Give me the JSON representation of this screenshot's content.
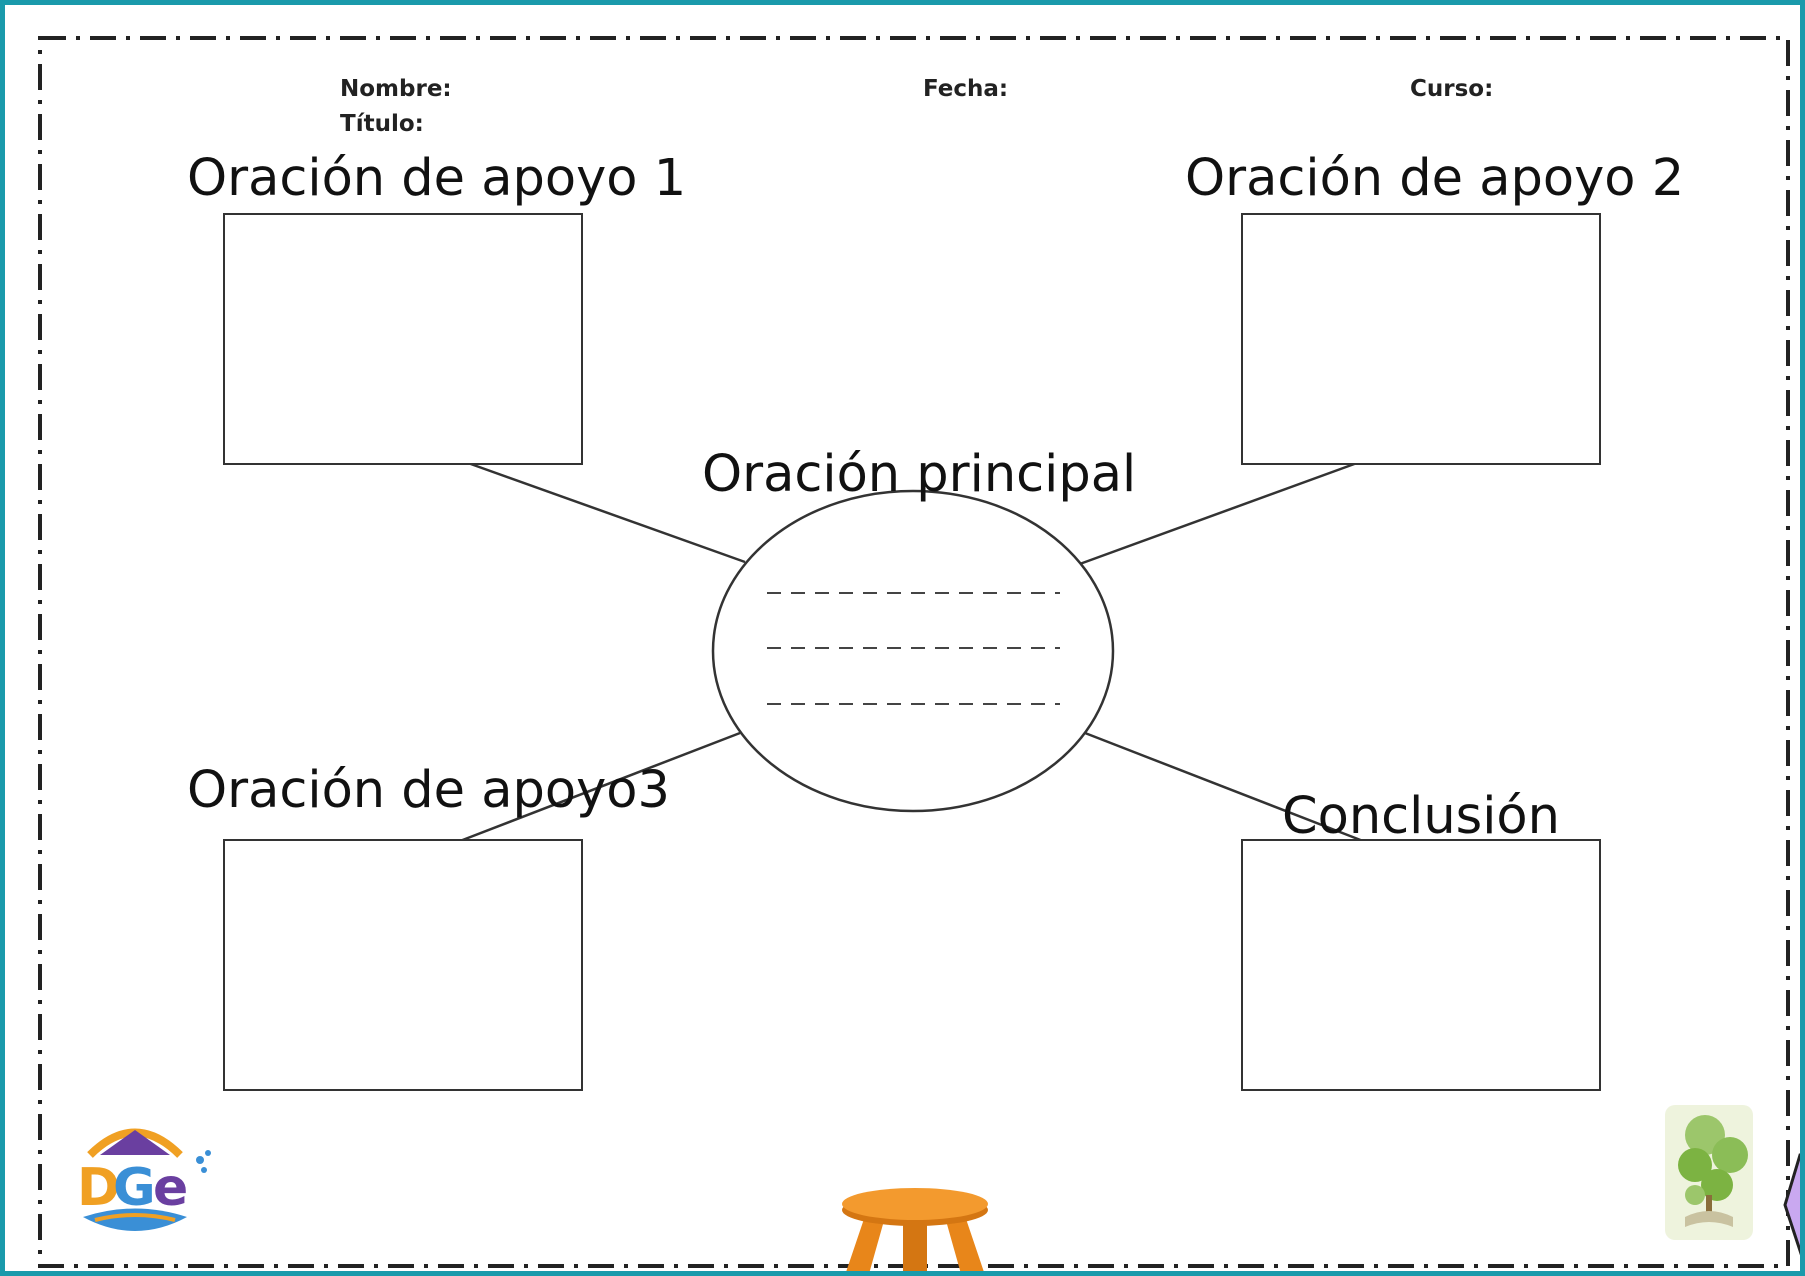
{
  "header": {
    "nombre_label": "Nombre:",
    "titulo_label": "Título:",
    "fecha_label": "Fecha:",
    "curso_label": "Curso:"
  },
  "organizer": {
    "center_label": "Oración principal",
    "support_1": "Oración de apoyo 1",
    "support_2": "Oración de apoyo 2",
    "support_3": "Oración de apoyo3",
    "conclusion": "Conclusión"
  },
  "logos": {
    "left_logo_text": "DGe",
    "right_logo": "tree-book-logo"
  },
  "colors": {
    "frame_border": "#1a9aab",
    "logo_purple": "#6a3fa0",
    "logo_orange": "#f0a023",
    "logo_blue": "#3a8fd6",
    "stool_orange": "#e8861a",
    "tree_green": "#7cb342"
  }
}
